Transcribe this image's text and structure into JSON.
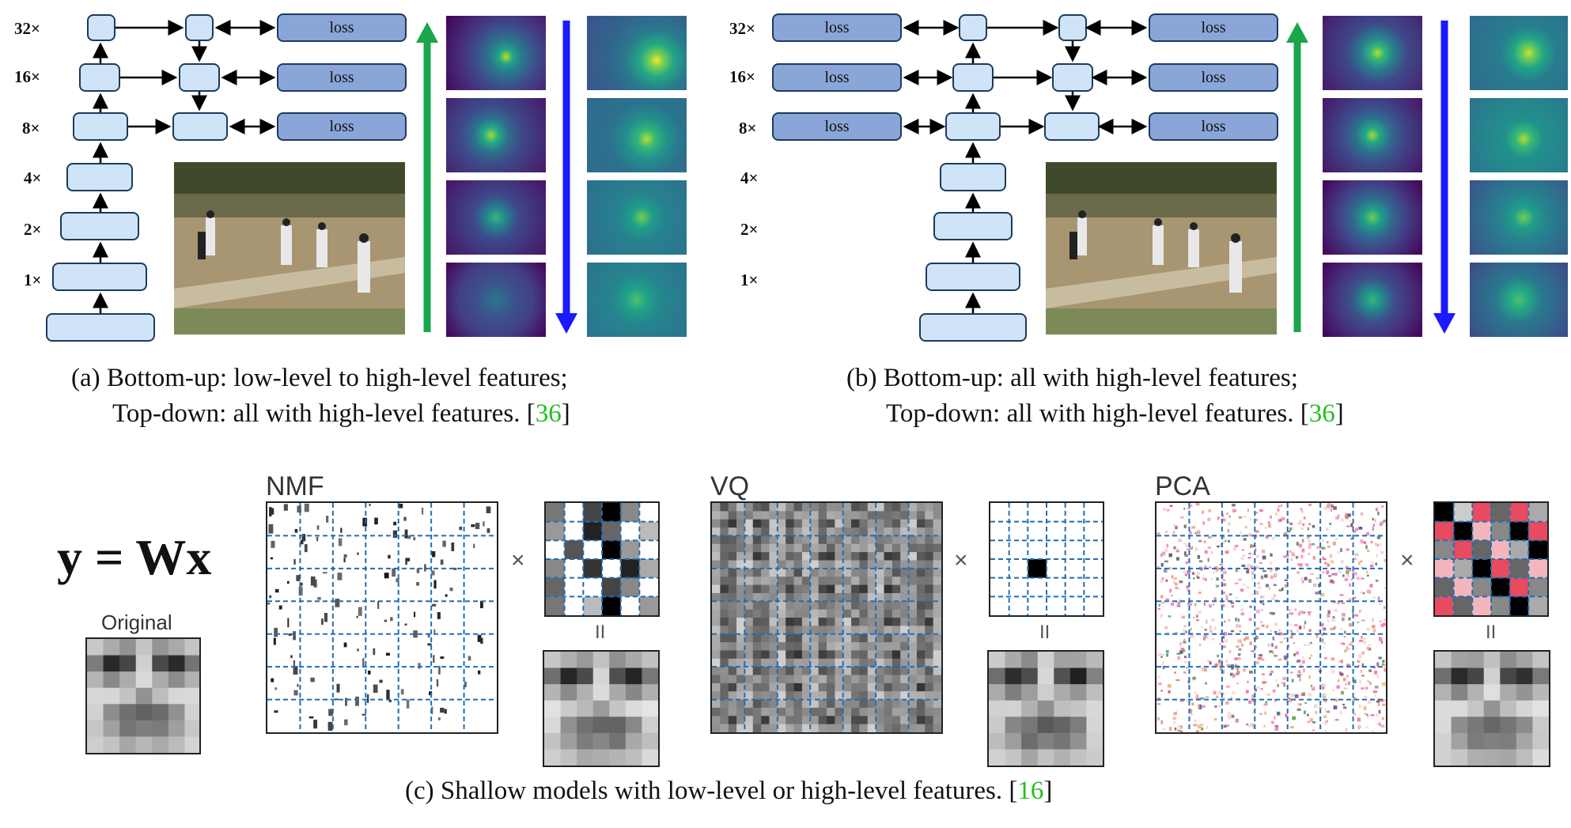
{
  "panel_a": {
    "scales": [
      "32×",
      "16×",
      "8×",
      "4×",
      "2×",
      "1×"
    ],
    "loss_labels": [
      "loss",
      "loss",
      "loss"
    ],
    "caption_line1": "(a) Bottom-up: low-level to high-level features;",
    "caption_line2": "Top-down: all with high-level features. [",
    "cite": "36",
    "caption_end": "]"
  },
  "panel_b": {
    "scales": [
      "32×",
      "16×",
      "8×",
      "4×",
      "2×",
      "1×"
    ],
    "loss_labels": [
      "loss",
      "loss",
      "loss",
      "loss",
      "loss",
      "loss"
    ],
    "caption_line1": "(b) Bottom-up: all with high-level features;",
    "caption_line2": "Top-down: all with high-level features. [",
    "cite": "36",
    "caption_end": "]"
  },
  "panel_c": {
    "formula": "y = Wx",
    "original_label": "Original",
    "methods": [
      "NMF",
      "VQ",
      "PCA"
    ],
    "times": "×",
    "equals": "II",
    "caption": "(c) Shallow models with low-level or high-level features. [",
    "cite": "16",
    "caption_end": "]"
  },
  "colors": {
    "box_fill": "#cfe4f6",
    "loss_fill": "#8aa6d8",
    "up_arrow": "#1aa64a",
    "down_arrow": "#1a1aff",
    "citation": "#22c022",
    "grid_line": "#1f6fb5"
  }
}
